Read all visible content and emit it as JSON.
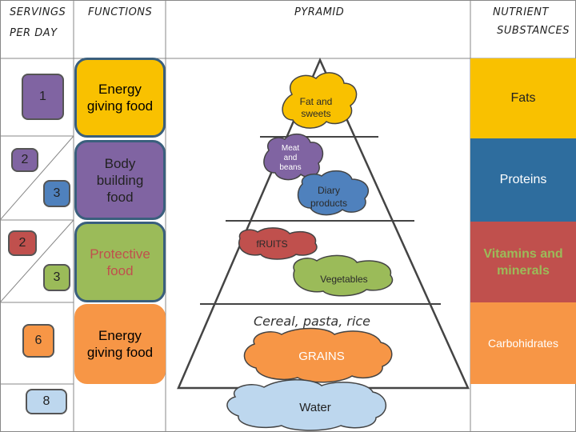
{
  "headers": {
    "servings": [
      "SERVINGS",
      "PER DAY"
    ],
    "functions": "FUNCTIONS",
    "pyramid": "PYRAMID",
    "nutrients": [
      "NUTRIENT",
      "SUBSTANCES"
    ]
  },
  "servings": [
    "1",
    "2",
    "3",
    "2",
    "3",
    "6",
    "8"
  ],
  "functions": {
    "energy_1": "Energy\ngiving food",
    "body_building": "Body\nbuilding\nfood",
    "protective": "Protective\nfood",
    "energy_2": "Energy\ngiving food"
  },
  "pyramid": {
    "fat_sweets": "Fat and\nsweets",
    "meat_beans": "Meat\nand\nbeans",
    "dairy": "Diary\nproducts",
    "fruits": "fRUITS",
    "vegetables": "Vegetables",
    "cereal_caption": "Cereal, pasta, rice",
    "grains": "GRAINS",
    "water": "Water"
  },
  "nutrients": {
    "fats": "Fats",
    "proteins": "Proteins",
    "vitamins": "Vitamins and\nminerals",
    "carbohydrates": "Carbohidrates"
  },
  "colors": {
    "yellow": "#f9c100",
    "blue": "#2e6d9e",
    "red": "#c0504d",
    "orange": "#f79646",
    "purple": "#8064a2",
    "dairy_blue": "#4f81bd",
    "green": "#9bbb59",
    "water": "#bdd7ee"
  }
}
